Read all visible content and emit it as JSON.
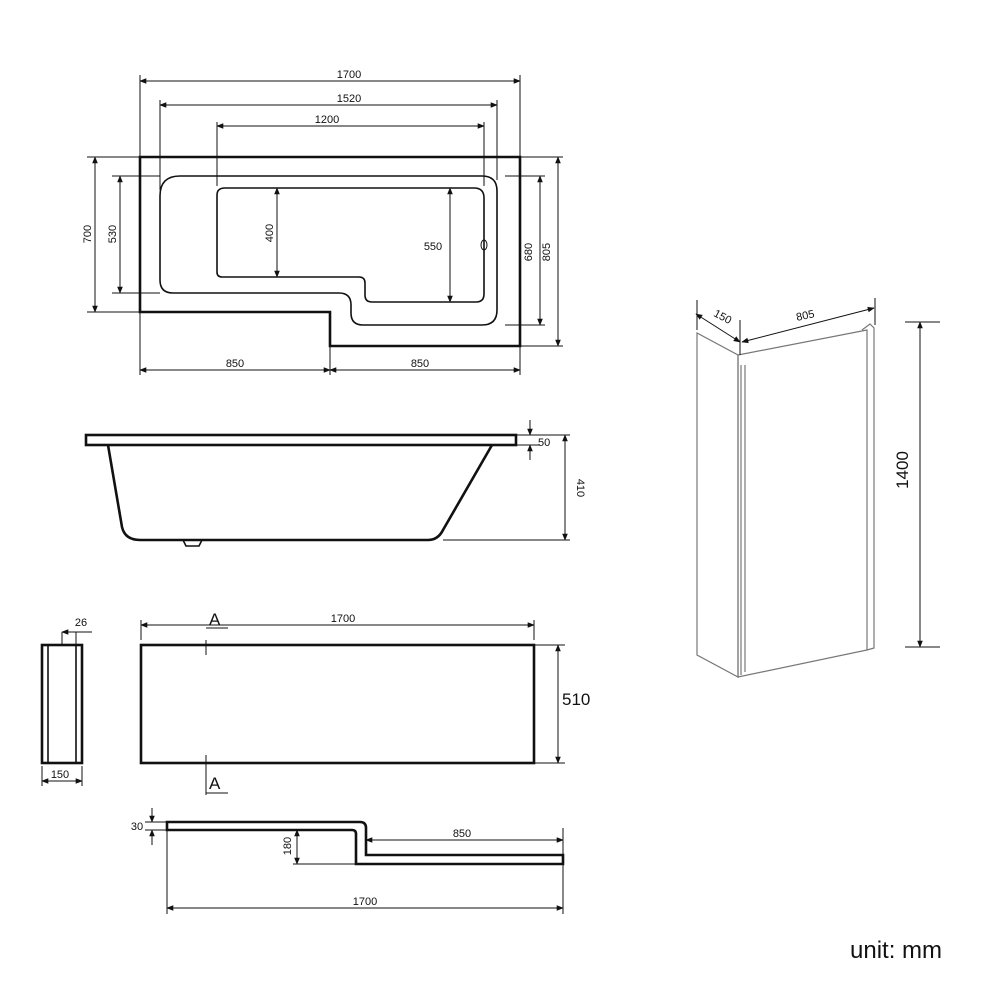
{
  "top_view": {
    "dims": {
      "overall_length": "1700",
      "inner_length": "1520",
      "wide_end_length": "1200",
      "overall_width": "700",
      "narrow_inner_width": "530",
      "step_depth": "400",
      "inner_width_wide": "550",
      "wide_end_inner": "680",
      "overall_width_wide": "805",
      "left_half": "850",
      "right_half": "850"
    }
  },
  "side_view": {
    "dims": {
      "rim": "50",
      "height": "410"
    }
  },
  "end_panel": {
    "dims": {
      "thickness": "26",
      "width": "150"
    }
  },
  "front_panel": {
    "dims": {
      "length": "1700",
      "height": "510"
    },
    "section_mark": "A"
  },
  "panel_section": {
    "dims": {
      "thickness": "30",
      "step": "180",
      "return_length": "850",
      "overall": "1700"
    }
  },
  "screen": {
    "dims": {
      "return_width": "150",
      "width": "805",
      "height": "1400"
    }
  },
  "unit_label": "unit: mm"
}
